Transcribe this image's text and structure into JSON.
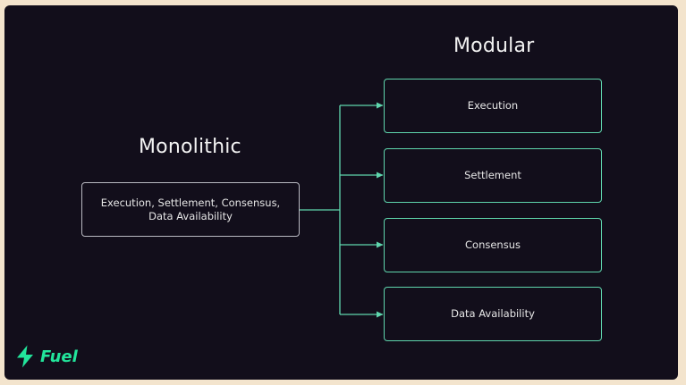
{
  "colors": {
    "background": "#120e1b",
    "frame": "#f3e4cd",
    "accent": "#5fd6ad",
    "brand": "#22e59b",
    "neutral_border": "#b9b9c2"
  },
  "monolithic": {
    "title": "Monolithic",
    "box_text": "Execution, Settlement, Consensus, Data Availability"
  },
  "modular": {
    "title": "Modular",
    "layers": [
      "Execution",
      "Settlement",
      "Consensus",
      "Data Availability"
    ]
  },
  "logo": {
    "icon": "lightning-bolt-icon",
    "text": "Fuel"
  }
}
